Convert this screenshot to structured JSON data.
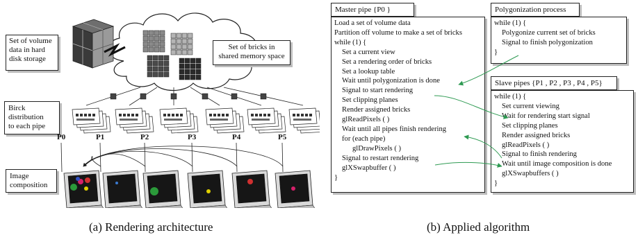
{
  "arch": {
    "volume_label": [
      "Set of volume",
      "data in hard",
      "disk storage"
    ],
    "bricks_label": [
      "Set of bricks in",
      "shared memory space"
    ],
    "dist_label": [
      "Birck",
      "distribution",
      "to each pipe"
    ],
    "image_label": [
      "Image",
      "composition"
    ],
    "pipes": [
      "P0",
      "P1",
      "P2",
      "P3",
      "P4",
      "P5"
    ]
  },
  "master": {
    "title": "Master pipe {P0 }",
    "lines": [
      {
        "t": "Load a set of volume data",
        "i": 0
      },
      {
        "t": "Partition off volume to make a set of bricks",
        "i": 0
      },
      {
        "t": "while (1) {",
        "i": 0
      },
      {
        "t": "Set a current view",
        "i": 1
      },
      {
        "t": "Set a rendering order of bricks",
        "i": 1
      },
      {
        "t": "Set a lookup table",
        "i": 1
      },
      {
        "t": "Wait until polygonization is done",
        "i": 1
      },
      {
        "t": "Signal to start rendering",
        "i": 1
      },
      {
        "t": "Set clipping planes",
        "i": 1
      },
      {
        "t": "Render assigned bricks",
        "i": 1
      },
      {
        "t": "glReadPixels ( )",
        "i": 1
      },
      {
        "t": "Wait until all pipes finish rendering",
        "i": 1
      },
      {
        "t": "for  (each pipe)",
        "i": 1
      },
      {
        "t": "glDrawPixels ( )",
        "i": 2
      },
      {
        "t": "Signal to restart rendering",
        "i": 1
      },
      {
        "t": "glXSwapbuffer ( )",
        "i": 1
      },
      {
        "t": "}",
        "i": 0
      }
    ]
  },
  "poly": {
    "title": "Polygonization process",
    "lines": [
      {
        "t": "while (1) {",
        "i": 0
      },
      {
        "t": "Polygonize current set of bricks",
        "i": 1
      },
      {
        "t": "Signal to finish polygonization",
        "i": 1
      },
      {
        "t": "}",
        "i": 0
      }
    ]
  },
  "slave": {
    "title": "Slave pipes {P1 , P2 , P3 , P4 , P5}",
    "lines": [
      {
        "t": "while (1) {",
        "i": 0
      },
      {
        "t": "Set current viewing",
        "i": 1
      },
      {
        "t": "Wait for rendering start signal",
        "i": 1
      },
      {
        "t": "Set clipping planes",
        "i": 1
      },
      {
        "t": "Render assigned bricks",
        "i": 1
      },
      {
        "t": "glReadPixels ( )",
        "i": 1
      },
      {
        "t": "Signal to finish rendering",
        "i": 1
      },
      {
        "t": "Wait until image composition is done",
        "i": 1
      },
      {
        "t": "glXSwapbuffers ( )",
        "i": 1
      },
      {
        "t": "}",
        "i": 0
      }
    ]
  },
  "captions": {
    "a": "(a) Rendering architecture",
    "b": "(b) Applied algorithm"
  },
  "colors": {
    "arrow_green": "#2e9a52",
    "monitor_dark": "#161616",
    "cloud_fill": "#ffffff"
  }
}
